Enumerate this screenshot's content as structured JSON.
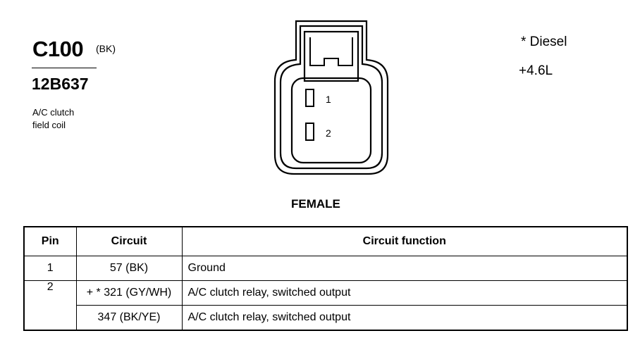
{
  "connector": {
    "id": "C100",
    "color_code": "(BK)",
    "part_number": "12B637",
    "description_line1": "A/C clutch",
    "description_line2": "field coil",
    "view": "FEMALE",
    "pin_labels": [
      "1",
      "2"
    ]
  },
  "legend": {
    "line1": "* Diesel",
    "line2": "+4.6L"
  },
  "table": {
    "headers": {
      "pin": "Pin",
      "circuit": "Circuit",
      "function": "Circuit function"
    },
    "rows": [
      {
        "pin": "1",
        "circuit": "57 (BK)",
        "function": "Ground"
      },
      {
        "pin": "2",
        "circuit": "+ * 321 (GY/WH)",
        "function": "A/C clutch relay, switched output"
      },
      {
        "pin": "",
        "circuit": "347 (BK/YE)",
        "function": "A/C clutch relay, switched output"
      }
    ]
  }
}
